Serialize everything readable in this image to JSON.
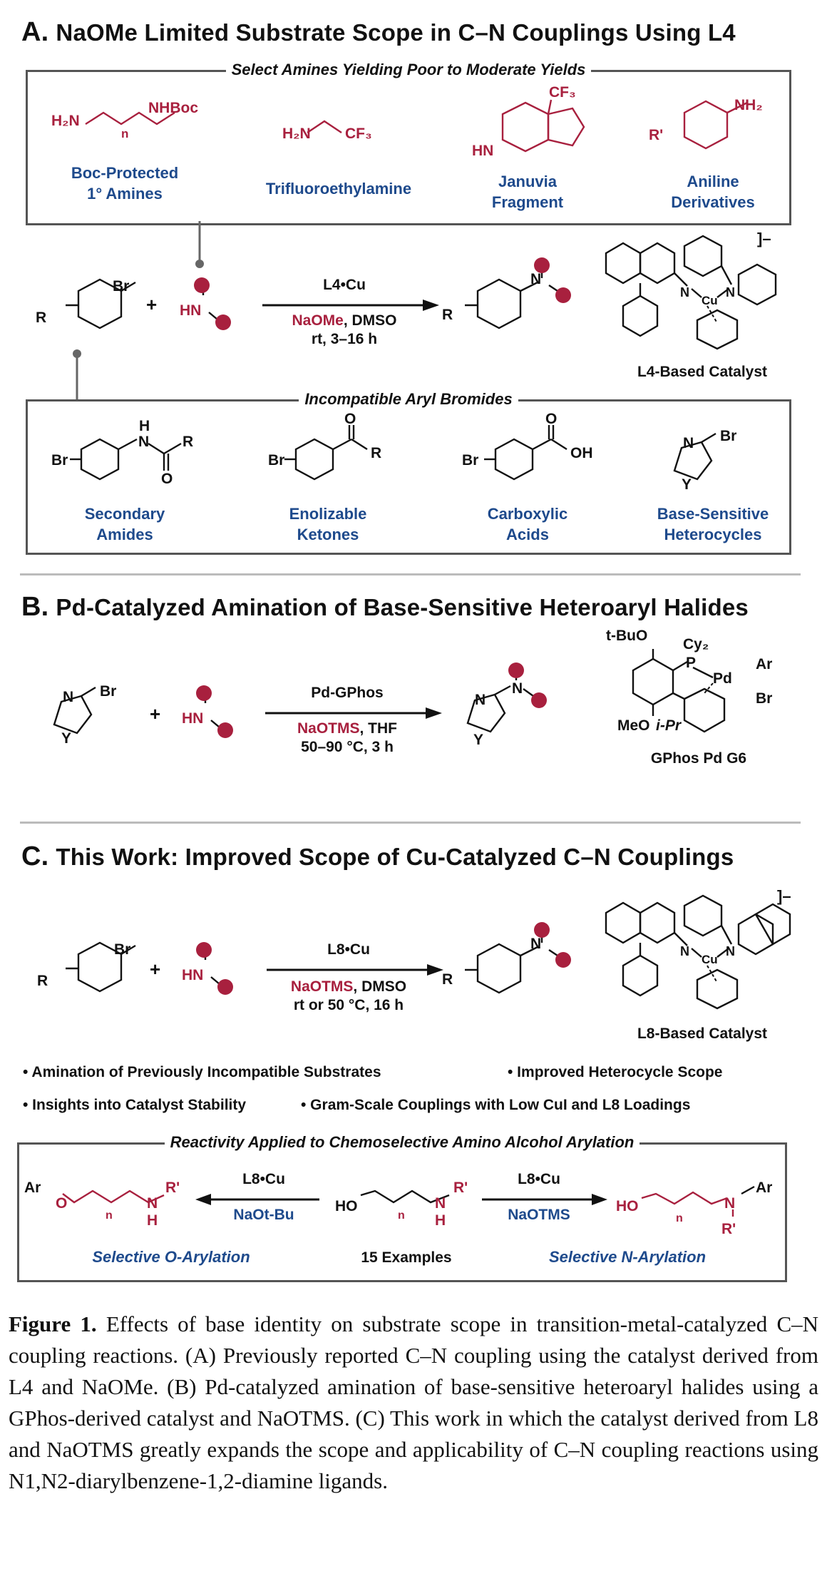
{
  "section_a": {
    "letter": "A.",
    "title": "NaOMe Limited Substrate Scope in C–N Couplings Using L4",
    "amines_box_label": "Select Amines Yielding Poor to Moderate Yields",
    "amines": [
      {
        "line1": "Boc-Protected",
        "line2": "1° Amines"
      },
      {
        "line1": "Trifluoroethylamine",
        "line2": ""
      },
      {
        "line1": "Januvia",
        "line2": "Fragment"
      },
      {
        "line1": "Aniline",
        "line2": "Derivatives"
      }
    ],
    "struct_text": {
      "nhboc": "NHBoc",
      "h2n": "H₂N",
      "n_sub": "n",
      "cf3": "CF₃",
      "hn": "HN",
      "n": "N",
      "nh2": "NH₂",
      "r_prime": "R'"
    },
    "reaction": {
      "reagent": "L4•Cu",
      "base": "NaOMe",
      "solvent": ", DMSO",
      "conditions": "rt, 3–16 h",
      "plus": "+",
      "br": "Br",
      "r": "R",
      "hn": "HN",
      "n": "N"
    },
    "catalyst_label": "L4-Based Catalyst",
    "charge": "]–",
    "cu": "Cu",
    "bromides_box_label": "Incompatible Aryl Bromides",
    "bromides": [
      {
        "line1": "Secondary",
        "line2": "Amides"
      },
      {
        "line1": "Enolizable",
        "line2": "Ketones"
      },
      {
        "line1": "Carboxylic",
        "line2": "Acids"
      },
      {
        "line1": "Base-Sensitive",
        "line2": "Heterocycles"
      }
    ],
    "bromide_text": {
      "br": "Br",
      "h": "H",
      "n": "N",
      "o": "O",
      "r": "R",
      "oh": "OH",
      "y": "Y"
    }
  },
  "section_b": {
    "letter": "B.",
    "title": "Pd-Catalyzed Amination of Base-Sensitive Heteroaryl Halides",
    "reaction": {
      "reagent": "Pd-GPhos",
      "base": "NaOTMS",
      "solvent": ", THF",
      "conditions": "50–90 °C, 3 h",
      "plus": "+",
      "br": "Br",
      "n": "N",
      "y": "Y",
      "hn": "HN"
    },
    "catalyst_label": "GPhos Pd G6",
    "catalyst_text": {
      "tbuo": "t-BuO",
      "cy2": "Cy₂",
      "p": "P",
      "pd": "Pd",
      "ar": "Ar",
      "br": "Br",
      "meo": "MeO",
      "ipr": "i-Pr"
    }
  },
  "section_c": {
    "letter": "C.",
    "title": "This Work: Improved Scope of Cu-Catalyzed C–N Couplings",
    "reaction": {
      "reagent": "L8•Cu",
      "base": "NaOTMS",
      "solvent": ", DMSO",
      "conditions": "rt or 50 °C, 16 h",
      "plus": "+",
      "br": "Br",
      "r": "R",
      "hn": "HN",
      "n": "N"
    },
    "catalyst_label": "L8-Based Catalyst",
    "charge": "]–",
    "cu": "Cu",
    "bullets": [
      "• Amination of Previously Incompatible Substrates",
      "• Improved Heterocycle Scope",
      "• Insights into Catalyst Stability",
      "• Gram-Scale Couplings with Low CuI and L8 Loadings"
    ],
    "box_label": "Reactivity Applied to Chemoselective Amino Alcohol Arylation",
    "left": {
      "reagent": "L8•Cu",
      "base": "NaOt-Bu",
      "label": "Selective O-Arylation"
    },
    "middle": {
      "label": "15 Examples"
    },
    "right": {
      "reagent": "L8•Cu",
      "base": "NaOTMS",
      "label": "Selective N-Arylation"
    },
    "amino_text": {
      "ar": "Ar",
      "o": "O",
      "n_sub": "n",
      "n": "N",
      "h": "H",
      "rprime": "R'",
      "ho": "HO"
    }
  },
  "caption": {
    "label": "Figure 1.",
    "text": "Effects of base identity on substrate scope in transition-metal-catalyzed C–N coupling reactions. (A) Previously reported C–N coupling using the catalyst derived from L4 and NaOMe. (B) Pd-catalyzed amination of base-sensitive heteroaryl halides using a GPhos-derived catalyst and NaOTMS. (C) This work in which the catalyst derived from L8 and NaOTMS greatly expands the scope and applicability of C–N coupling reactions using N1,N2-diarylbenzene-1,2-diamine ligands."
  },
  "colors": {
    "red": "#a8203e",
    "blue": "#1e4a8c",
    "frame": "#555555"
  }
}
